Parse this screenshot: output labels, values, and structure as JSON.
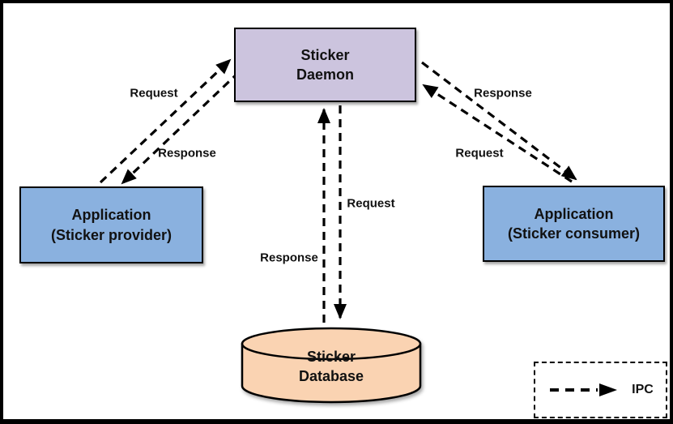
{
  "diagram": {
    "nodes": {
      "daemon": {
        "lines": [
          "Sticker",
          "Daemon"
        ],
        "fill": "#ccc4de",
        "shape": "rectangle"
      },
      "provider": {
        "lines": [
          "Application",
          "(Sticker provider)"
        ],
        "fill": "#8ab1df",
        "shape": "rectangle"
      },
      "consumer": {
        "lines": [
          "Application",
          "(Sticker consumer)"
        ],
        "fill": "#8ab1df",
        "shape": "rectangle"
      },
      "database": {
        "lines": [
          "Sticker",
          "Database"
        ],
        "fill": "#fad3b2",
        "shape": "cylinder"
      }
    },
    "edges": [
      {
        "id": "provider-to-daemon",
        "from": "provider",
        "to": "daemon",
        "label": "Request",
        "style": "dashed-arrow"
      },
      {
        "id": "daemon-to-provider",
        "from": "daemon",
        "to": "provider",
        "label": "Response",
        "style": "dashed-arrow"
      },
      {
        "id": "consumer-to-daemon",
        "from": "consumer",
        "to": "daemon",
        "label": "Request",
        "style": "dashed-arrow"
      },
      {
        "id": "daemon-to-consumer",
        "from": "daemon",
        "to": "consumer",
        "label": "Response",
        "style": "dashed-arrow"
      },
      {
        "id": "daemon-to-database",
        "from": "daemon",
        "to": "database",
        "label": "Request",
        "style": "dashed-arrow"
      },
      {
        "id": "database-to-daemon",
        "from": "database",
        "to": "daemon",
        "label": "Response",
        "style": "dashed-arrow"
      }
    ],
    "legend": {
      "label": "IPC",
      "symbol": "dashed-arrow"
    },
    "colors": {
      "stroke": "#000000",
      "background": "#ffffff",
      "daemon_fill": "#ccc4de",
      "application_fill": "#8ab1df",
      "database_fill": "#fad3b2"
    }
  }
}
